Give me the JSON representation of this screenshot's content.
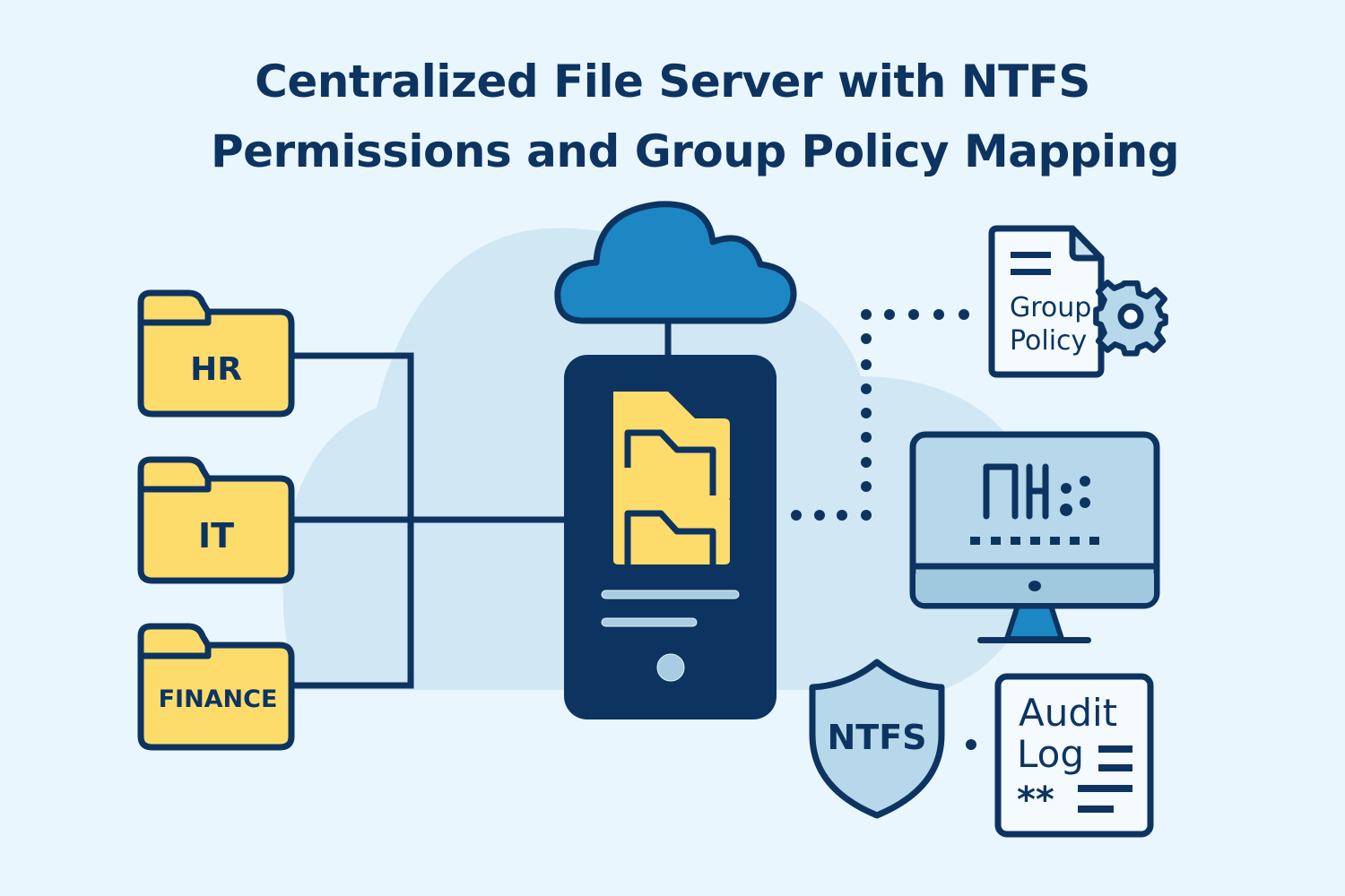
{
  "title": {
    "line1": "Centralized File Server with NTFS",
    "line2": "Permissions and Group Policy Mapping"
  },
  "colors": {
    "background": "#eaf6fd",
    "backdrop_cloud": "#d1e7f4",
    "navy": "#0d3461",
    "folder_yellow": "#fddc6c",
    "cloud_blue": "#1d87c4",
    "light_blue": "#b7d8ea",
    "paper": "#f4fafe"
  },
  "departments": [
    {
      "label": "HR",
      "icon": "folder-icon"
    },
    {
      "label": "IT",
      "icon": "folder-icon"
    },
    {
      "label": "FINANCE",
      "icon": "folder-icon"
    }
  ],
  "server": {
    "icon": "file-server-icon",
    "cloud_icon": "cloud-icon",
    "inner_icon": "stacked-folders-icon"
  },
  "group_policy": {
    "line1": "Group",
    "line2": "Policy",
    "icon": "document-icon",
    "gear_icon": "gear-icon"
  },
  "workstation": {
    "icon": "monitor-icon",
    "screen_glyph": "ΠH::"
  },
  "ntfs": {
    "label": "NTFS",
    "icon": "shield-icon"
  },
  "audit_log": {
    "line1": "Audit",
    "line2": "Log",
    "line3": "**",
    "icon": "log-document-icon"
  }
}
